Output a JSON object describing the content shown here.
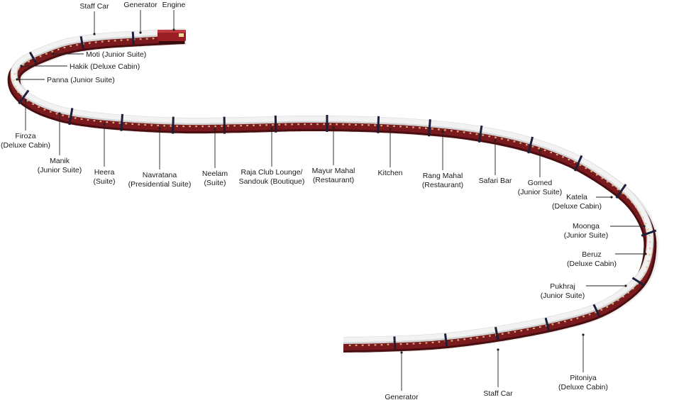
{
  "colors": {
    "roof": "#f2f2f2",
    "roof_shade": "#d4d4d4",
    "body": "#7a1a1e",
    "body_dark": "#4a0e10",
    "window": "#e8c98a",
    "gap": "#1c1f3a",
    "label": "#1a1a1a"
  },
  "labels": {
    "staff_car_top": [
      "Staff Car"
    ],
    "generator_top": [
      "Generator"
    ],
    "engine": [
      "Engine"
    ],
    "moti": [
      "Moti (Junior Suite)"
    ],
    "hakik": [
      "Hakik (Deluxe Cabin)"
    ],
    "panna": [
      "Panna (Junior Suite)"
    ],
    "firoza": [
      "Firoza",
      "(Deluxe Cabin)"
    ],
    "manik": [
      "Manik",
      "(Junior Suite)"
    ],
    "heera": [
      "Heera",
      "(Suite)"
    ],
    "navratana": [
      "Navratana",
      "(Presidential Suite)"
    ],
    "neelam": [
      "Neelam",
      "(Suite)"
    ],
    "raja_club": [
      "Raja Club Lounge/",
      "Sandouk (Boutique)"
    ],
    "mayur_mahal": [
      "Mayur Mahal",
      "(Restaurant)"
    ],
    "kitchen": [
      "Kitchen"
    ],
    "rang_mahal": [
      "Rang Mahal",
      "(Restaurant)"
    ],
    "safari_bar": [
      "Safari Bar"
    ],
    "gomed": [
      "Gomed",
      "(Junior Suite)"
    ],
    "katela": [
      "Katela",
      "(Deluxe Cabin)"
    ],
    "moonga": [
      "Moonga",
      "(Junior Suite)"
    ],
    "beruz": [
      "Beruz",
      "(Deluxe Cabin)"
    ],
    "pukhraj": [
      "Pukhraj",
      "(Junior Suite)"
    ],
    "pitoniya": [
      "Pitoniya",
      "(Deluxe Cabin)"
    ],
    "staff_car_bottom": [
      "Staff Car"
    ],
    "generator_bottom": [
      "Generator"
    ]
  }
}
